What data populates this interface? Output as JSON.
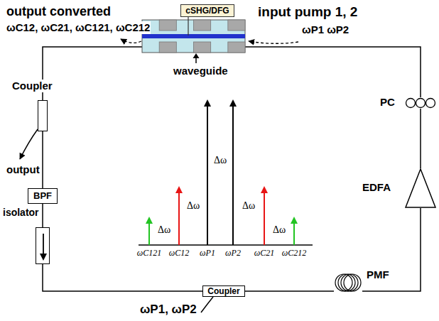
{
  "diagram": {
    "nodes": [
      {
        "text": [
          "waveguide"
        ]
      },
      {
        "text": [
          "cSHG/DFG"
        ]
      },
      {
        "text": [
          "Coupler"
        ]
      },
      {
        "text": [
          "BPF"
        ]
      },
      {
        "text": [
          "isolator"
        ]
      },
      {
        "text": [
          "Coupler"
        ]
      },
      {
        "text": [
          "PMF"
        ]
      },
      {
        "text": [
          "EDFA"
        ]
      },
      {
        "text": [
          "PC"
        ]
      }
    ],
    "edges": [
      {
        "from": 0,
        "to": 2,
        "arrow": "none"
      },
      {
        "from": 2,
        "to": 3,
        "arrow": "none"
      },
      {
        "from": 3,
        "to": 4,
        "arrow": "none"
      },
      {
        "from": 4,
        "to": 5,
        "arrow": "none"
      },
      {
        "from": 5,
        "to": 6,
        "arrow": "none"
      },
      {
        "from": 6,
        "to": 7,
        "arrow": "none"
      },
      {
        "from": 7,
        "to": 8,
        "arrow": "none"
      },
      {
        "from": 8,
        "to": 0,
        "arrow": "none"
      }
    ],
    "labels": [
      "output converted",
      "ωC12, ωC21, ωC121, ωC212",
      "input pump 1, 2",
      "ωP1 ωP2",
      "output",
      "ωP1, ωP2",
      "Δω",
      "Δω",
      "Δω",
      "Δω",
      "Δω",
      "ωC121",
      "ωC12",
      "ωP1",
      "ωP2",
      "ωC21",
      "ωC212"
    ]
  }
}
